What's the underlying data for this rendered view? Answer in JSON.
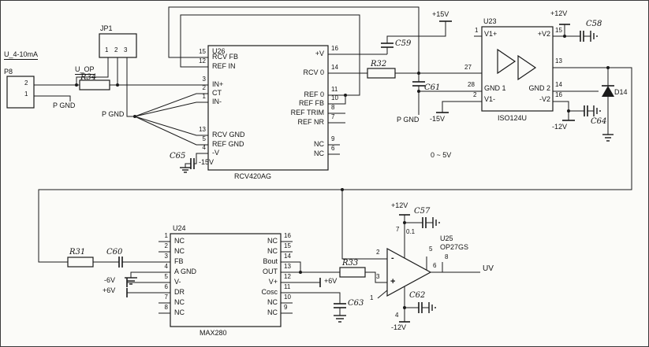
{
  "connectors": {
    "p8": {
      "ref": "P8",
      "pin_top": "2",
      "pin_bottom": "1"
    },
    "jp1": {
      "ref": "JP1",
      "pin1": "1",
      "pin2": "2",
      "pin3": "3"
    }
  },
  "nets": {
    "input_label": "U_4-10mA",
    "uop_label": "U_OP",
    "pgnd_left_a": "P GND",
    "pgnd_left_b": "P GND",
    "pgnd_mid": "P GND",
    "p15": "+15V",
    "n15_left": "-15V",
    "n15_mid": "-15V",
    "p12_top": "+12V",
    "p12_opamp": "+12V",
    "n12_right": "-12V",
    "n12_opamp": "-12V",
    "n6": "-6V",
    "p6_left": "+6V",
    "p6_right": "+6V",
    "range_label": "0 ~ 5V",
    "output_label": "UV"
  },
  "resistors": {
    "r34": "R34",
    "r32": "R32",
    "r31": "R31",
    "r33": "R33"
  },
  "capacitors": {
    "c65": "C65",
    "c59": "C59",
    "c61": "C61",
    "c58": "C58",
    "c64": "C64",
    "c60": "C60",
    "c63": "C63",
    "c57": "C57",
    "c57_value": "0.1",
    "c62": "C62"
  },
  "diodes": {
    "d14": "D14"
  },
  "u26": {
    "ref": "U26",
    "part": "RCV420AG",
    "left": [
      {
        "n": "15",
        "name": "RCV FB"
      },
      {
        "n": "12",
        "name": "REF IN"
      },
      {
        "n": "3",
        "name": "IN+"
      },
      {
        "n": "2",
        "name": "CT"
      },
      {
        "n": "1",
        "name": "IN-"
      },
      {
        "n": "13",
        "name": "RCV GND"
      },
      {
        "n": "5",
        "name": "REF GND"
      },
      {
        "n": "4",
        "name": "-V"
      }
    ],
    "right": [
      {
        "n": "16",
        "name": "+V"
      },
      {
        "n": "14",
        "name": "RCV 0"
      },
      {
        "n": "11",
        "name": "REF 0"
      },
      {
        "n": "10",
        "name": "REF FB"
      },
      {
        "n": "8",
        "name": "REF TRIM"
      },
      {
        "n": "7",
        "name": "REF NR"
      },
      {
        "n": "9",
        "name": "NC"
      },
      {
        "n": "6",
        "name": "NC"
      }
    ]
  },
  "u23": {
    "ref": "U23",
    "part": "ISO124U",
    "pin1": "1",
    "pin1_name": "V1+",
    "pin2": "2",
    "pin2_name": "V1-",
    "pin27": "27",
    "pin28": "28",
    "gnd1": "GND 1",
    "pin15": "15",
    "v2_plus": "+V2",
    "pin13": "13",
    "pin14": "14",
    "gnd2": "GND 2",
    "pin16": "16",
    "v2_minus": "-V2"
  },
  "u24": {
    "ref": "U24",
    "part": "MAX280",
    "left": [
      {
        "n": "1",
        "name": "NC"
      },
      {
        "n": "2",
        "name": "NC"
      },
      {
        "n": "3",
        "name": "FB"
      },
      {
        "n": "4",
        "name": "A GND"
      },
      {
        "n": "5",
        "name": "V-"
      },
      {
        "n": "6",
        "name": "DR"
      },
      {
        "n": "7",
        "name": "NC"
      },
      {
        "n": "8",
        "name": "NC"
      }
    ],
    "right": [
      {
        "n": "16",
        "name": "NC"
      },
      {
        "n": "15",
        "name": "NC"
      },
      {
        "n": "14",
        "name": "Bout"
      },
      {
        "n": "13",
        "name": "OUT"
      },
      {
        "n": "12",
        "name": "V+"
      },
      {
        "n": "11",
        "name": "Cosc"
      },
      {
        "n": "10",
        "name": "NC"
      },
      {
        "n": "9",
        "name": "NC"
      }
    ]
  },
  "u25": {
    "ref": "U25",
    "part": "OP27GS",
    "pin7": "7",
    "pin2": "2",
    "pin3": "3",
    "pin5": "5",
    "pin6": "6",
    "pin8": "8",
    "pin1": "1",
    "pin4": "4",
    "minus": "-",
    "plus": "+"
  }
}
